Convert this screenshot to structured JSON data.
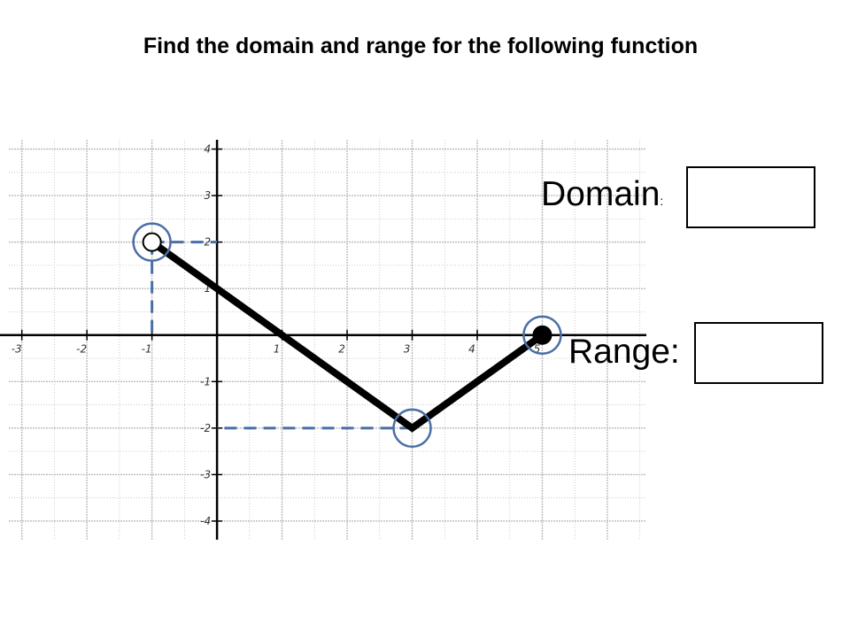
{
  "title": "Find the domain and range for the following function",
  "domain_label": "Domain",
  "domain_colon": ":",
  "range_label": "Range:",
  "domain_answer": "",
  "range_answer": "",
  "colors": {
    "graph_line": "#000000",
    "grid": "#bdbdbd",
    "highlight": "#4a6fa5"
  },
  "chart_data": {
    "type": "line",
    "title": "Find the domain and range for the following function",
    "xlabel": "",
    "ylabel": "",
    "xlim": [
      -3.2,
      6.6
    ],
    "ylim": [
      -4.4,
      4.2
    ],
    "x_ticks": [
      -3,
      -2,
      -1,
      1,
      2,
      3,
      4,
      5
    ],
    "y_ticks": [
      4,
      3,
      2,
      1,
      -1,
      -2,
      -3,
      -4
    ],
    "grid": true,
    "series": [
      {
        "x": [
          -1,
          3,
          5
        ],
        "y": [
          2,
          -2,
          0
        ]
      }
    ],
    "endpoints": [
      {
        "x": -1,
        "y": 2,
        "style": "open"
      },
      {
        "x": 5,
        "y": 0,
        "style": "closed"
      }
    ],
    "highlight_circles": [
      {
        "x": -1,
        "y": 2
      },
      {
        "x": 3,
        "y": -2
      },
      {
        "x": 5,
        "y": 0
      }
    ],
    "dashed_guides": [
      {
        "from": [
          -1,
          2
        ],
        "to": [
          -1,
          0
        ]
      },
      {
        "from": [
          -1,
          2
        ],
        "to": [
          0,
          2
        ]
      },
      {
        "from": [
          3,
          -2
        ],
        "to": [
          0,
          -2
        ]
      }
    ]
  }
}
